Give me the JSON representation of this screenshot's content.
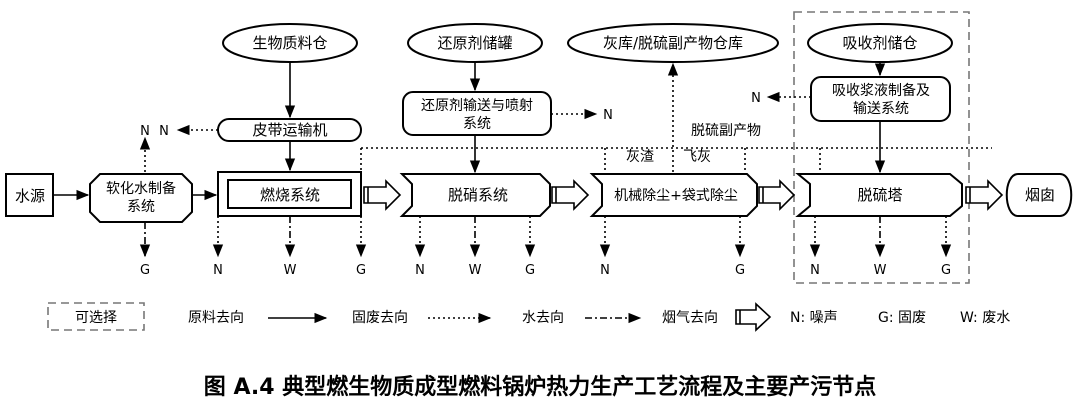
{
  "nodes": {
    "biomass_bin": "生物质料仓",
    "reductant_tank": "还原剂储罐",
    "ash_store": "灰库/脱硫副产物仓库",
    "absorbent_bin": "吸收剂储仓",
    "belt_conveyor": "皮带运输机",
    "reductant_system_1": "还原剂输送与喷射",
    "reductant_system_2": "系统",
    "slurry_system_1": "吸收浆液制备及",
    "slurry_system_2": "输送系统",
    "water_source": "水源",
    "softening_1": "软化水制备",
    "softening_2": "系统",
    "combustion": "燃烧系统",
    "denitration": "脱硝系统",
    "dust_removal": "机械除尘+袋式除尘",
    "desulfurization_tower": "脱硫塔",
    "chimney": "烟囱"
  },
  "labels": {
    "slag": "灰渣",
    "fly_ash": "飞灰",
    "desulf_byproduct": "脱硫副产物",
    "N": "N",
    "W": "W",
    "G": "G"
  },
  "legend": {
    "optional": "可选择",
    "raw_material": "原料去向",
    "solid_waste": "固废去向",
    "water": "水去向",
    "flue_gas": "烟气去向",
    "noise": "N:  噪声",
    "solid_waste_key": "G:  固废",
    "waste_water_key": "W:  废水"
  },
  "caption": "图  A.4  典型燃生物质成型燃料锅炉热力生产工艺流程及主要产污节点"
}
